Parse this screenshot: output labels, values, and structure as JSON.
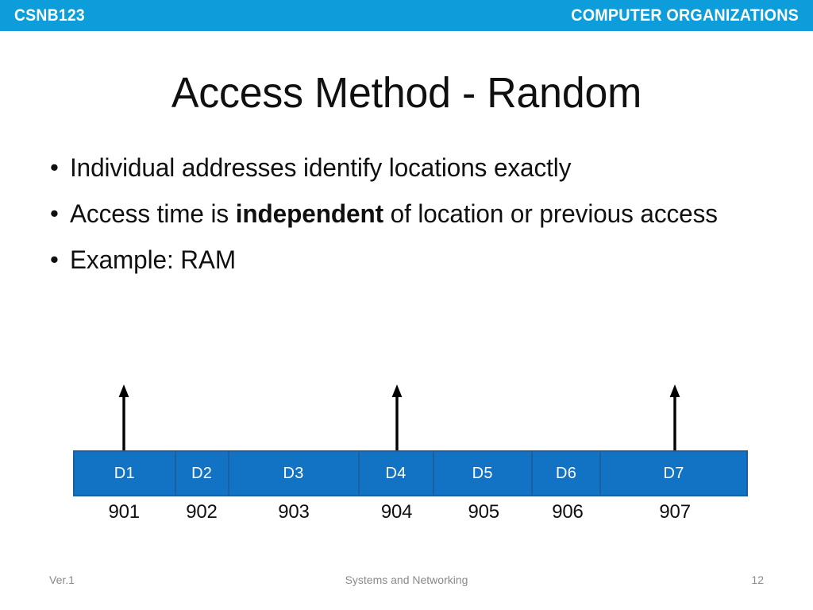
{
  "header": {
    "course_code": "CSNB123",
    "course_title": "COMPUTER ORGANIZATIONS",
    "background_color": "#0d9ddb",
    "text_color": "#ffffff"
  },
  "slide": {
    "title": "Access Method - Random",
    "bullets": [
      {
        "marker": "•",
        "prefix": "Individual addresses identify locations exactly",
        "bold": "",
        "suffix": ""
      },
      {
        "marker": "•",
        "prefix": "Access time is ",
        "bold": "independent",
        "suffix": " of location or previous access"
      },
      {
        "marker": "•",
        "prefix": "Example: RAM",
        "bold": "",
        "suffix": ""
      }
    ]
  },
  "diagram": {
    "fill_color": "#1272c4",
    "border_color": "#1a5fa0",
    "label_color": "#ffffff",
    "arrow_color": "#000000",
    "cells": [
      {
        "label": "D1",
        "address": "901",
        "width_pct": 15.1,
        "arrow": true
      },
      {
        "label": "D2",
        "address": "902",
        "width_pct": 7.9,
        "arrow": false
      },
      {
        "label": "D3",
        "address": "903",
        "width_pct": 19.4,
        "arrow": false
      },
      {
        "label": "D4",
        "address": "904",
        "width_pct": 11.1,
        "arrow": true
      },
      {
        "label": "D5",
        "address": "905",
        "width_pct": 14.7,
        "arrow": false
      },
      {
        "label": "D6",
        "address": "906",
        "width_pct": 10.2,
        "arrow": false
      },
      {
        "label": "D7",
        "address": "907",
        "width_pct": 21.6,
        "arrow": true
      }
    ]
  },
  "footer": {
    "version": "Ver.1",
    "center": "Systems and Networking",
    "page_number": "12",
    "text_color": "#8a8a8a"
  }
}
